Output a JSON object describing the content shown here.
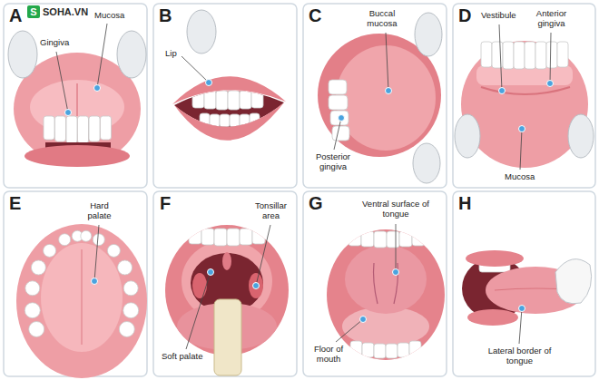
{
  "diagram": {
    "labels": [
      "A",
      "S",
      "SOHA.VN",
      "Gingiva",
      "Mucosa",
      "B",
      "Lip",
      "C",
      "Buccal mucosa",
      "Posterior gingiva",
      "D",
      "Vestibule",
      "Anterior gingiva",
      "Mucosa",
      "E",
      "Hard palate",
      "F",
      "Tonsillar area",
      "Soft palate",
      "G",
      "Ventral surface of tongue",
      "Floor of mouth",
      "H",
      "Lateral border of tongue"
    ]
  }
}
